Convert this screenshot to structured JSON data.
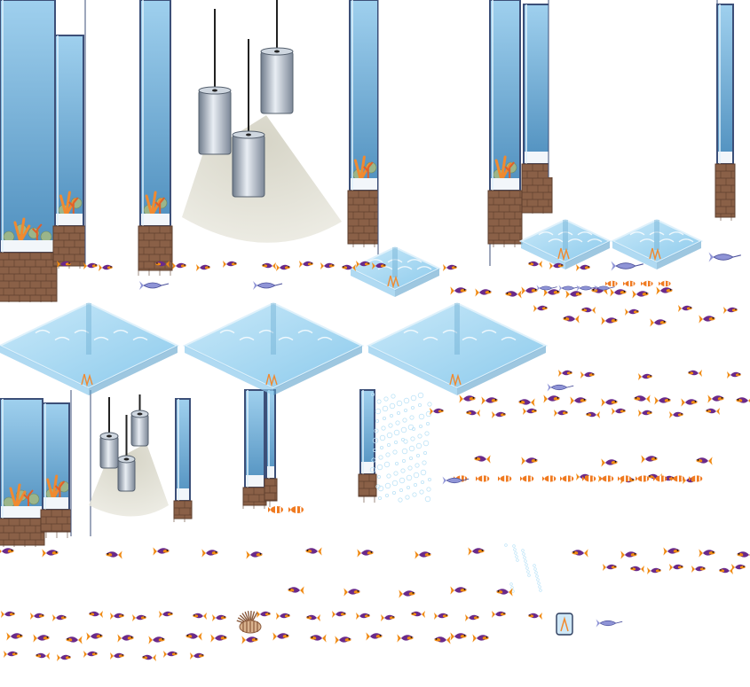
{
  "sheet": {
    "kind": "sprite-sheet",
    "background": "#ffffff"
  },
  "palette": {
    "water_light": "#b7e0f6",
    "water_mid": "#8fcbed",
    "water_deep": "#5ea2cc",
    "glass_frame": "#3c4f78",
    "glass_edge": "#dff1fb",
    "sand": "#f2f6fa",
    "brick": "#8a6047",
    "brick_dark": "#5e3f2e",
    "lamp_metal": "#9aa6b5",
    "light_cone": "#d7d5c7",
    "fish_purple": "#6a2a8a",
    "fish_orange": "#f08a12",
    "clownfish_orange": "#f07a20",
    "lionfish_brown": "#8a5a3c",
    "coral_orange": "#f08a30",
    "coral_green": "#9bb58a",
    "starfish": "#e0602a",
    "bubbles": "#bfe4f7"
  },
  "sprite_groups": [
    {
      "name": "aquarium-tall-tank",
      "icon": "aquarium-icon"
    },
    {
      "name": "aquarium-tank-narrow",
      "icon": "aquarium-icon"
    },
    {
      "name": "aquarium-pillar",
      "icon": "pillar-icon"
    },
    {
      "name": "water-floor-tile",
      "icon": "water-tile-icon"
    },
    {
      "name": "pendant-lamp",
      "icon": "lamp-icon"
    },
    {
      "name": "fish",
      "icon": "fish-icon"
    },
    {
      "name": "clownfish",
      "icon": "clownfish-icon"
    },
    {
      "name": "lionfish",
      "icon": "lionfish-icon"
    },
    {
      "name": "swordfish",
      "icon": "swordfish-icon"
    },
    {
      "name": "bubbles",
      "icon": "bubbles-icon"
    },
    {
      "name": "fish-jar",
      "icon": "jar-icon"
    }
  ]
}
